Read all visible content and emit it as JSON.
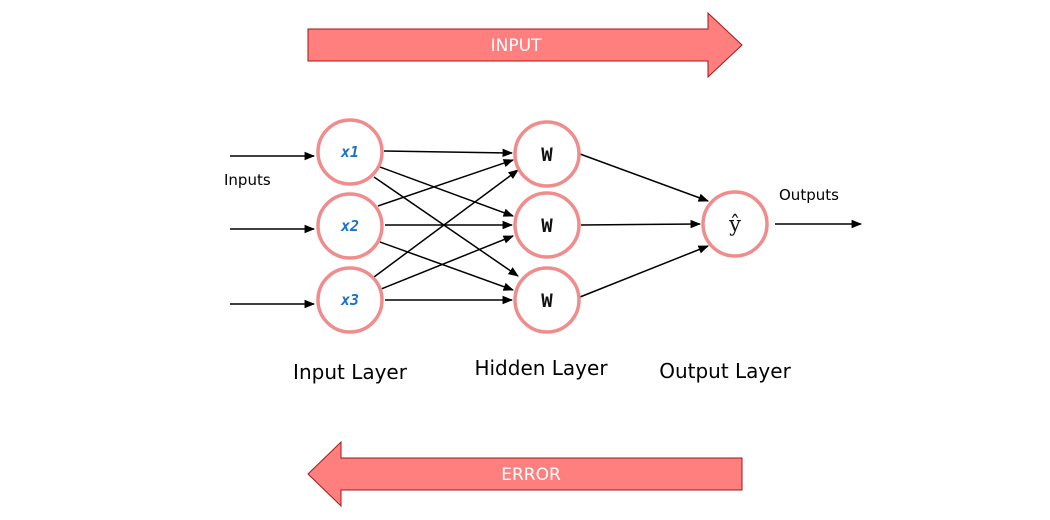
{
  "arrows": {
    "top_label": "INPUT",
    "bottom_label": "ERROR"
  },
  "input_nodes": [
    "x1",
    "x2",
    "x3"
  ],
  "hidden_nodes": [
    "W",
    "W",
    "W"
  ],
  "output_node": "ŷ",
  "labels": {
    "inputs": "Inputs",
    "outputs": "Outputs"
  },
  "layers": {
    "input": "Input Layer",
    "hidden": "Hidden Layer",
    "output": "Output Layer"
  },
  "colors": {
    "arrow_fill": "#ff7f7f",
    "node_stroke": "#f08c8c",
    "input_text": "#1a73c8"
  }
}
